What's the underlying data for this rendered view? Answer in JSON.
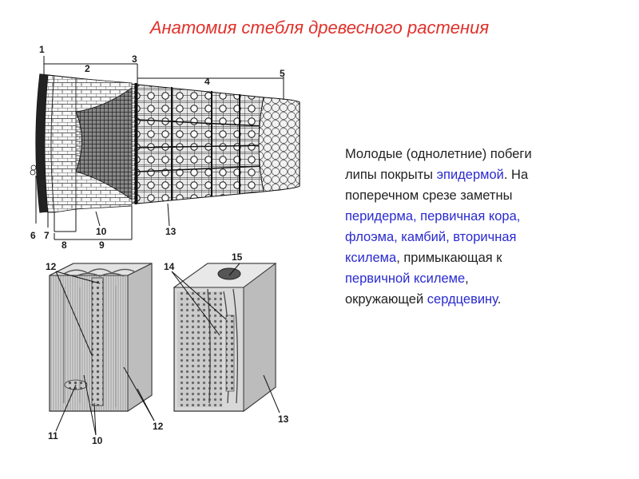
{
  "title": "Анатомия стебля древесного растения",
  "colors": {
    "title": "#e0312b",
    "highlight": "#2a2ad0",
    "body_text": "#222222"
  },
  "cross_section_labels": [
    "1",
    "2",
    "3",
    "4",
    "5",
    "6",
    "7",
    "8",
    "9",
    "10",
    "13"
  ],
  "block_left_labels": [
    "12",
    "11",
    "10",
    "12"
  ],
  "block_right_labels": [
    "14",
    "15",
    "13"
  ],
  "description": {
    "line1": "Молодые (однолетние) побеги",
    "line2_a": "липы покрыты ",
    "line2_hl": "эпидермой",
    "line2_b": ". На",
    "line3": "поперечном срезе заметны",
    "line4_hl": "перидерма, первичная кора,",
    "line5_hl": "флоэма, камбий, вторичная",
    "line6_hl": "ксилема",
    "line6_b": ",  примыкающая  к",
    "line7_hl": "первичной ксилеме",
    "line7_b": ",",
    "line8_a": "окружающей ",
    "line8_hl": "сердцевину",
    "line8_b": "."
  }
}
